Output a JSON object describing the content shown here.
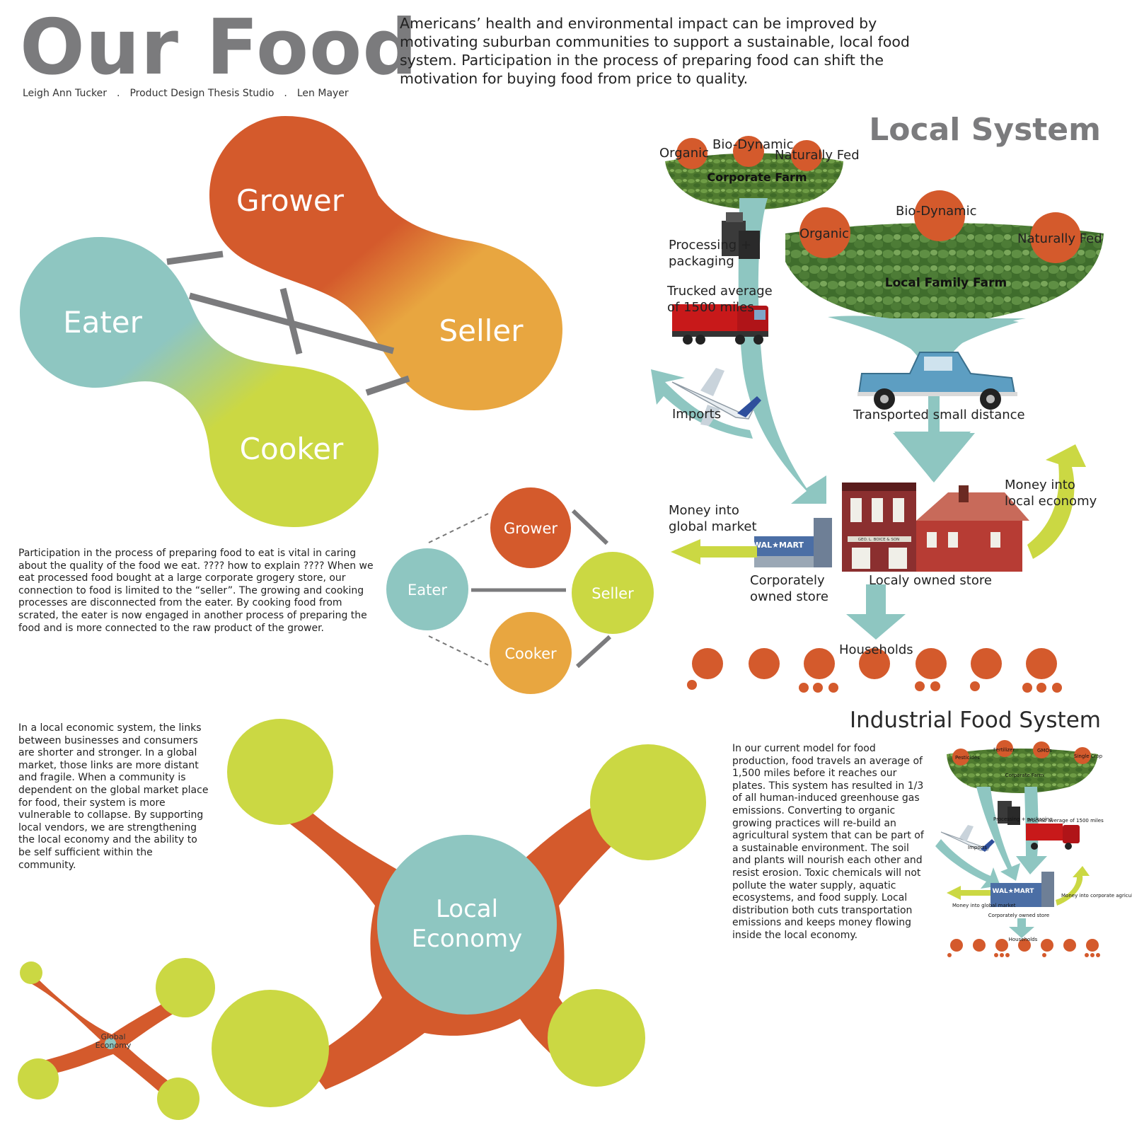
{
  "header": {
    "title": "Our Food",
    "author": "Leigh Ann Tucker",
    "studio": "Product Design Thesis Studio",
    "advisor": "Len Mayer",
    "separator": "."
  },
  "thesis": "Americans’ health and environmental impact can be improved by motivating suburban communities to support a sustainable, local food system.  Participation in the process of preparing food can shift the motivation for buying food from price to quality.",
  "roles_diagram": {
    "grower": "Grower",
    "eater": "Eater",
    "seller": "Seller",
    "cooker": "Cooker"
  },
  "small_roles": {
    "grower": "Grower",
    "eater": "Eater",
    "seller": "Seller",
    "cooker": "Cooker"
  },
  "participation_text": "Participation in the process of preparing food to eat is vital in caring about the quality of the food we eat.   ???? how to explain ???? When we eat processed food bought at a large corporate grogery store, our connection to food is limited to the “seller”.  The growing and cooking processes are disconnected from the eater.  By cooking food from scrated, the eater is now engaged in another process of preparing the food and is more connected to the raw product of the grower.",
  "local_system": {
    "title": "Local System",
    "corporate_farm": {
      "name": "Corporate Farm",
      "labels": [
        "Organic",
        "Bio-Dynamic",
        "Naturally Fed"
      ]
    },
    "family_farm": {
      "name": "Local Family Farm",
      "labels": [
        "Organic",
        "Bio-Dynamic",
        "Naturally Fed"
      ]
    },
    "processing": "Processing + packaging",
    "trucked_line1": "Trucked average",
    "trucked_line2": "of 1500 miles",
    "imports": "Imports",
    "transported": "Transported small distance",
    "money_global_1": "Money into",
    "money_global_2": "global market",
    "money_local_1": "Money into",
    "money_local_2": "local economy",
    "corp_store_1": "Corporately",
    "corp_store_2": "owned store",
    "local_store": "Localy owned store",
    "households": "Households",
    "walmart_sign": "WAL★MART",
    "store_sign": "GEO. L. BOICE & SON"
  },
  "economy_text": "In a local economic system, the links between businesses and consumers are shorter and stronger.  In a global market, those links are more distant and fragile.  When a community is dependent on the global market place for food, their system is more vulnerable to collapse.  By supporting local vendors, we are strengthening the local economy and the ability to be self sufficient within the community.",
  "local_economy": {
    "line1": "Local",
    "line2": "Economy"
  },
  "global_economy": {
    "line1": "Global",
    "line2": "Economy"
  },
  "industrial_system": {
    "title": "Industrial Food System",
    "text": "In our current model for food production, food travels an average of 1,500 miles before it reaches our plates.  This system has resulted in  1/3 of all human-induced greenhouse gas emissions.  Converting to organic growing practices will re-build an agricultural system that can be part of a sustainable environment.  The soil and plants will nourish each other and resist erosion.  Toxic chemicals will not pollute the water supply, aquatic ecosystems, and food supply.  Local distribution both cuts transportation emissions and keeps money flowing inside the local economy.",
    "farm_labels": [
      "Pesticides",
      "Fertilizer",
      "GMOs",
      "Single Crop"
    ],
    "farm": "Corporate Farm",
    "processing": "Processing + packaging",
    "trucked": "Trucked average of 1500 miles",
    "imports": "Imports",
    "money_global": "Money into global market",
    "money_corp": "Money into corporate agriculture",
    "store": "Corporately owned store",
    "households": "Households"
  },
  "colors": {
    "orange": "#d45a2c",
    "amber": "#e8a640",
    "teal": "#8ec6c1",
    "lime": "#cbd843",
    "grey": "#7b7b7d",
    "green": "#5e8a3a"
  }
}
